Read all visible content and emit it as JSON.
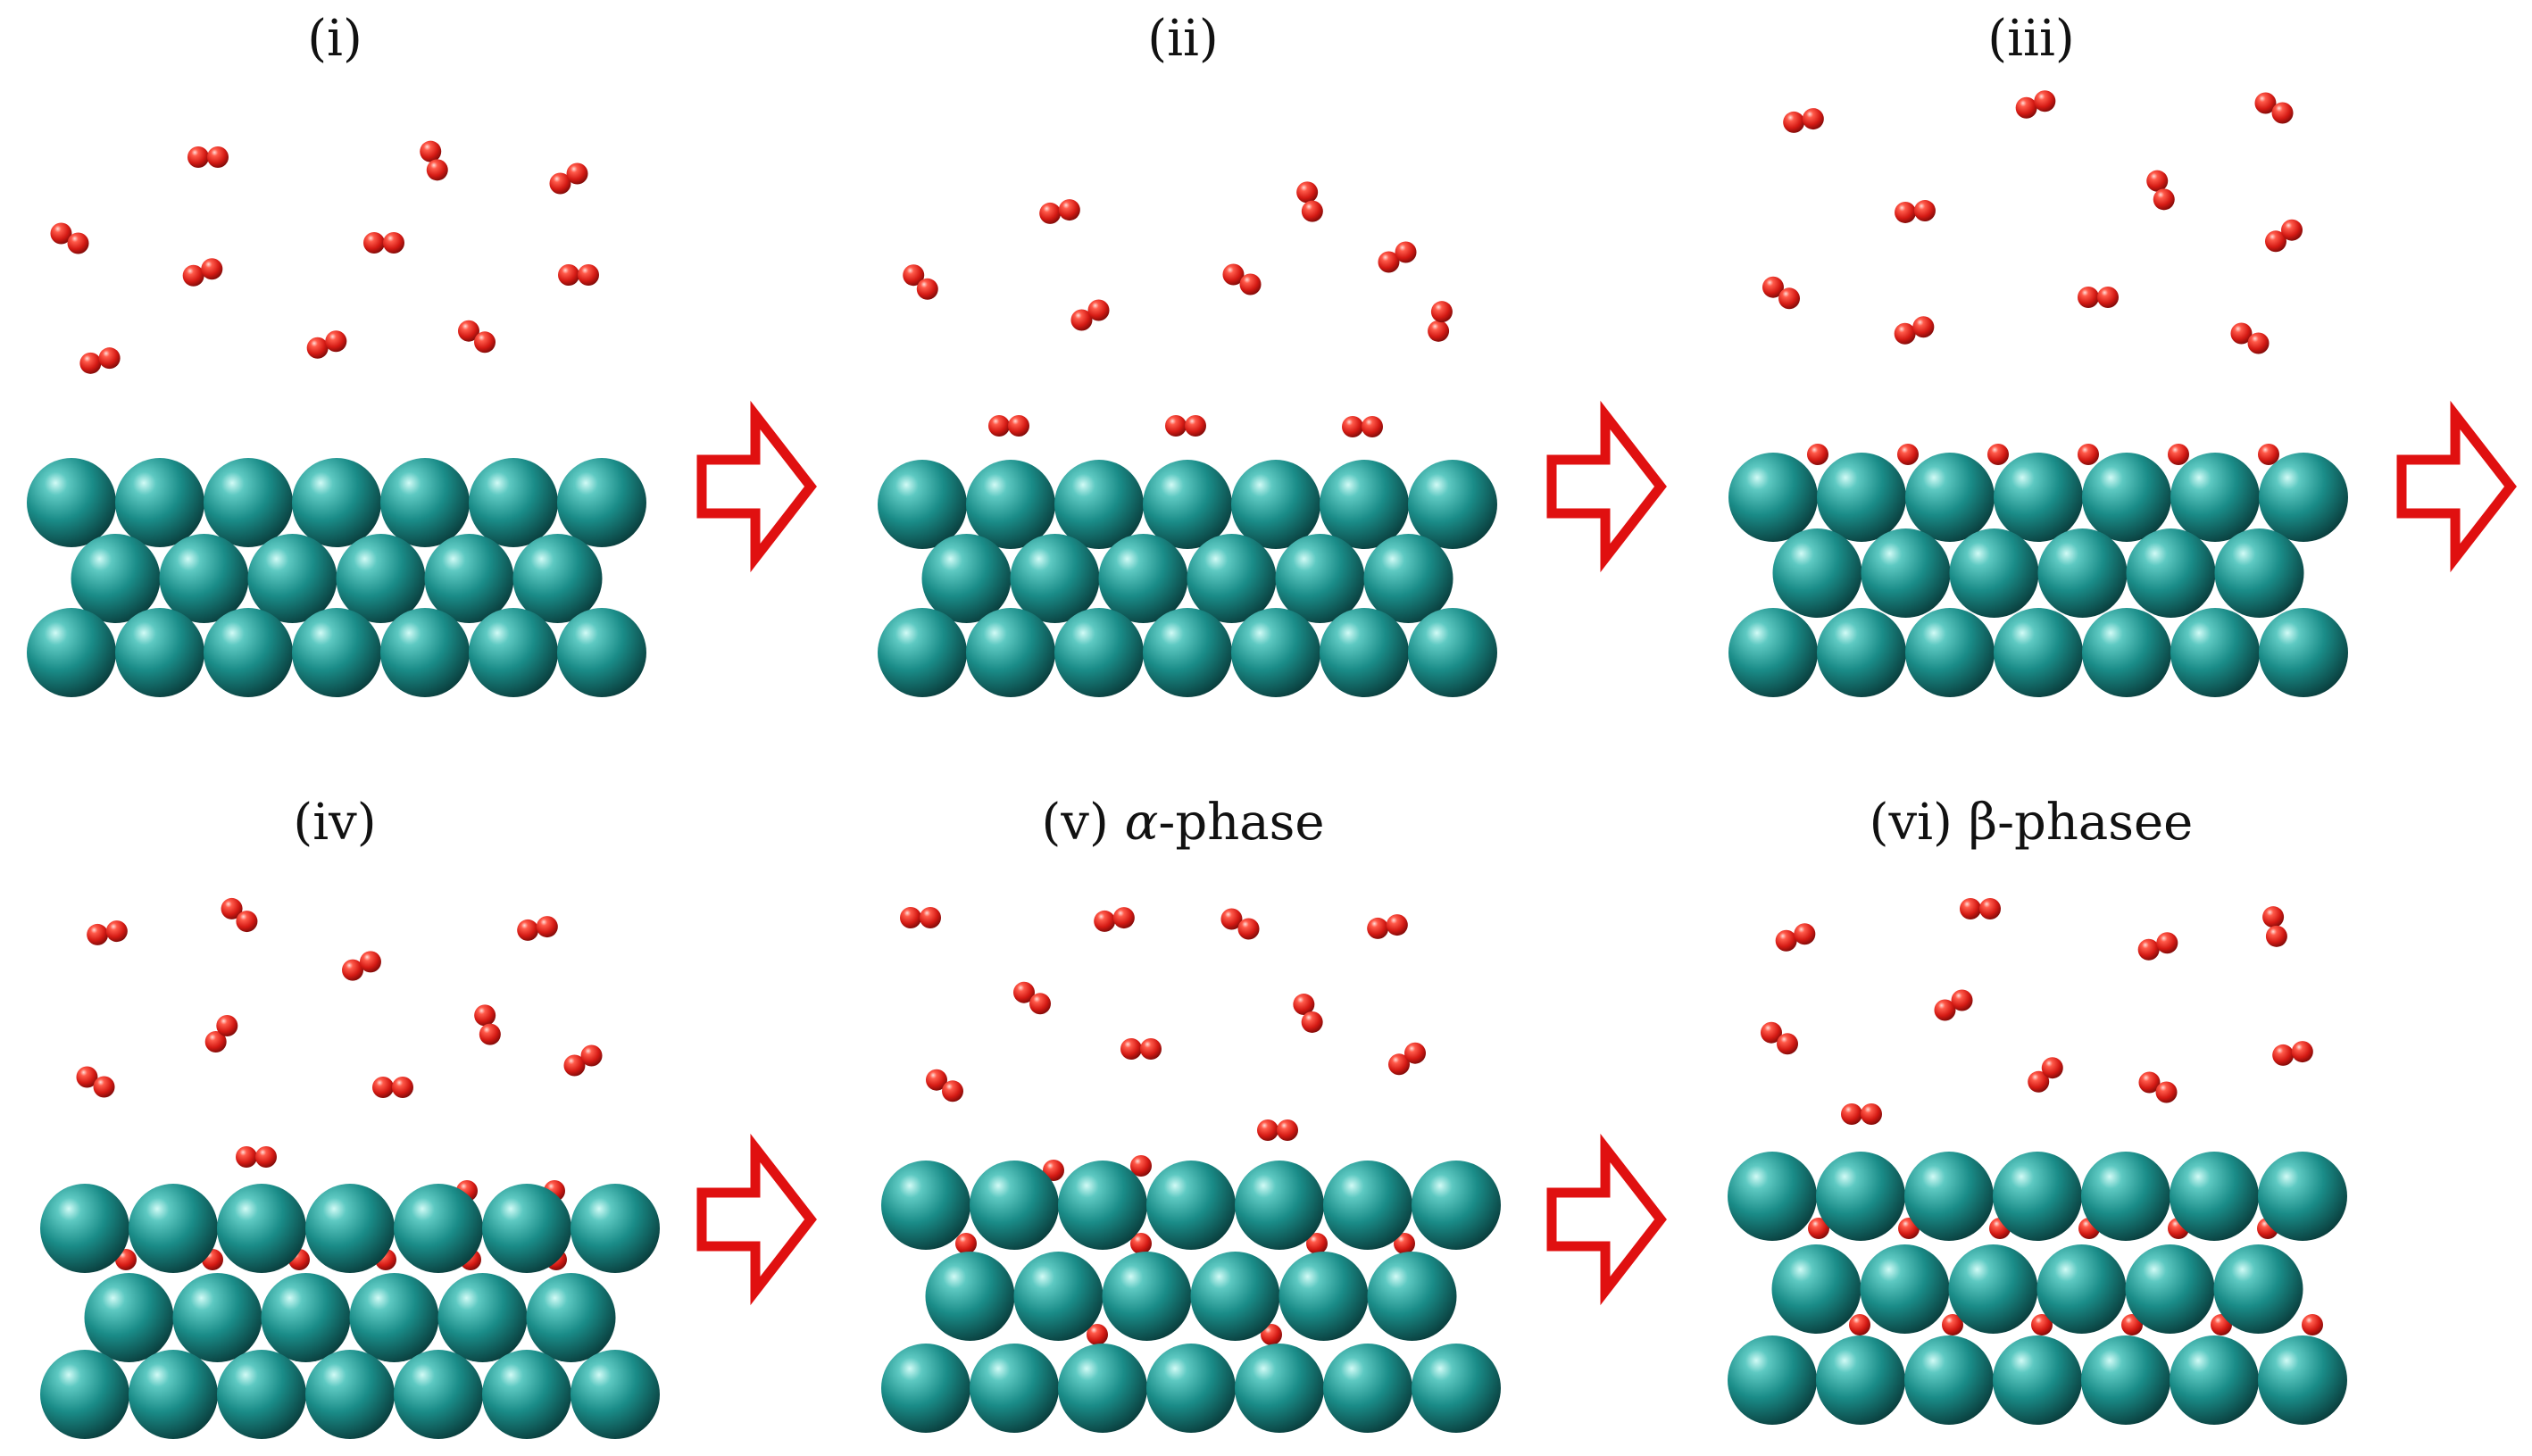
{
  "figure": {
    "panels": [
      {
        "id": "i",
        "label": "(i)",
        "label_suffix": ""
      },
      {
        "id": "ii",
        "label": "(ii)",
        "label_suffix": ""
      },
      {
        "id": "iii",
        "label": "(iii)",
        "label_suffix": ""
      },
      {
        "id": "iv",
        "label": "(iv)",
        "label_suffix": ""
      },
      {
        "id": "v",
        "label": "(v) ",
        "label_greek": "α",
        "label_suffix": "-phase"
      },
      {
        "id": "vi",
        "label": "(vi) β-phasee",
        "label_suffix": ""
      }
    ],
    "colors": {
      "host_atom": "#1a8c88",
      "host_atom_highlight": "#bff2ee",
      "host_atom_shadow": "#0b4645",
      "gas_atom": "#e02020",
      "gas_atom_highlight": "#ffd0c8",
      "arrow": "#e01010",
      "background": "#ffffff"
    },
    "arrow_icon": "right-block-arrow-icon"
  }
}
